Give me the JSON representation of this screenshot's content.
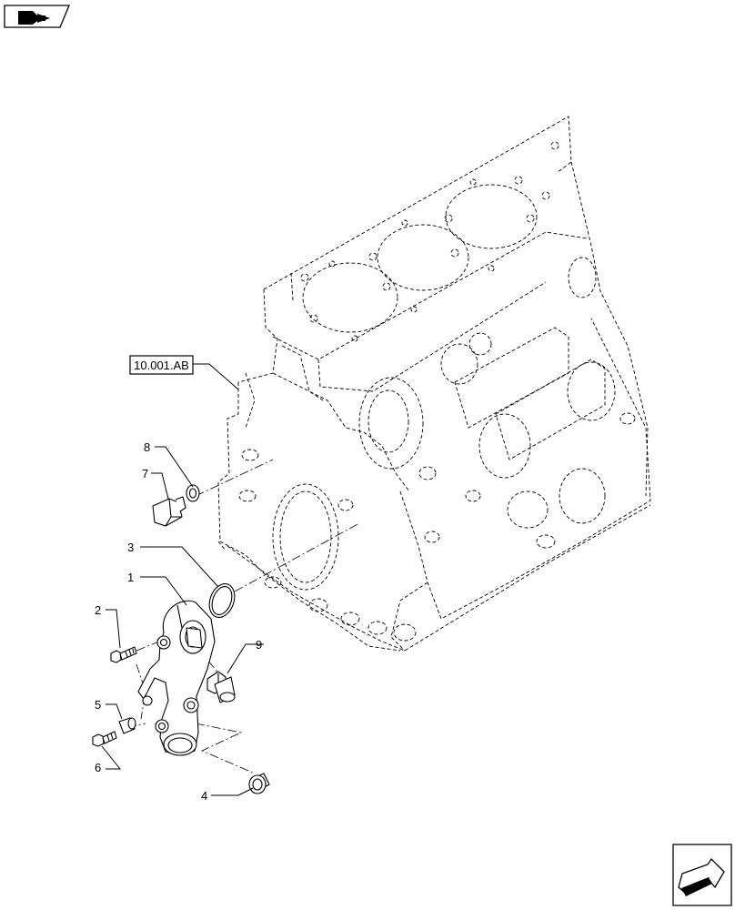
{
  "reference": {
    "label": "10.001.AB"
  },
  "callouts": [
    {
      "id": "1",
      "label": "1"
    },
    {
      "id": "2",
      "label": "2"
    },
    {
      "id": "3",
      "label": "3"
    },
    {
      "id": "4",
      "label": "4"
    },
    {
      "id": "5",
      "label": "5"
    },
    {
      "id": "6",
      "label": "6"
    },
    {
      "id": "7",
      "label": "7"
    },
    {
      "id": "8",
      "label": "8"
    },
    {
      "id": "9",
      "label": "9"
    }
  ],
  "icons": {
    "top_left": "view-orientation-icon",
    "bottom_right": "next-page-arrow-icon"
  },
  "colors": {
    "line": "#000000",
    "background": "#ffffff"
  }
}
